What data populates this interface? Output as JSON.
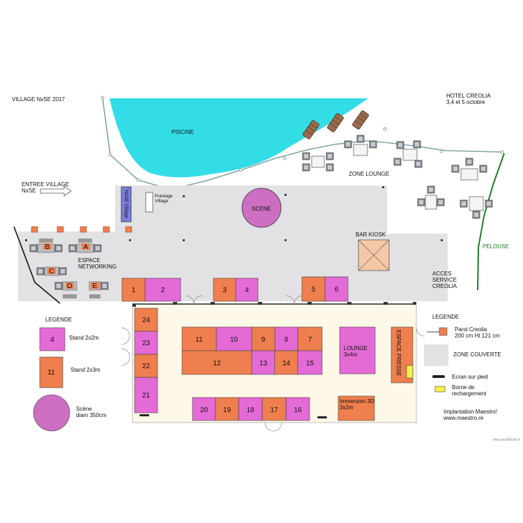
{
  "title": "VILLAGE NxSE 2017",
  "hotel": {
    "name": "HOTEL CREOLIA",
    "dates": "3,4 et 5 octobre"
  },
  "areas": {
    "piscine": "PISCINE",
    "zone_lounge": "ZONE LOUNGE",
    "pelouse": "PELOUSE",
    "entree_line1": "ENTREE VILLAGE",
    "entree_line2": "NxSE",
    "networking_line1": "ESPACE",
    "networking_line2": "NETWORKING",
    "scene": "SCENE",
    "bar_kiosk": "BAR KIOSK",
    "acces_line1": "ACCES",
    "acces_line2": "SERVICE",
    "acces_line3": "CREOLIA",
    "pointage_line1": "Pointage",
    "pointage_line2": "Village",
    "sign": "NxSE Village"
  },
  "networking_tables": [
    "B",
    "A",
    "C",
    "D",
    "E"
  ],
  "colors": {
    "pool": "#33dde6",
    "covered": "#e2e2e4",
    "hall": "#fdf8e7",
    "stand_2x3": "#ef7f4e",
    "stand_2x2": "#e46ad6",
    "scene": "#cc6ec2",
    "bar": "#f4c8a6",
    "borne": "#f4f04a",
    "pelouse": "#1a7d2a",
    "path": "#7fa6a0"
  },
  "stands": [
    {
      "n": "1",
      "type": "2x3"
    },
    {
      "n": "2",
      "type": "2x2"
    },
    {
      "n": "3",
      "type": "2x3"
    },
    {
      "n": "4",
      "type": "2x2"
    },
    {
      "n": "5",
      "type": "2x3"
    },
    {
      "n": "6",
      "type": "2x2"
    },
    {
      "n": "7",
      "type": "2x3"
    },
    {
      "n": "8",
      "type": "2x2"
    },
    {
      "n": "9",
      "type": "2x3"
    },
    {
      "n": "10",
      "type": "2x2"
    },
    {
      "n": "11",
      "type": "2x3"
    },
    {
      "n": "12",
      "type": "2x3"
    },
    {
      "n": "13",
      "type": "2x2"
    },
    {
      "n": "14",
      "type": "2x3"
    },
    {
      "n": "15",
      "type": "2x2"
    },
    {
      "n": "16",
      "type": "2x2"
    },
    {
      "n": "17",
      "type": "2x3"
    },
    {
      "n": "18",
      "type": "2x2"
    },
    {
      "n": "19",
      "type": "2x3"
    },
    {
      "n": "20",
      "type": "2x2"
    },
    {
      "n": "21",
      "type": "2x2"
    },
    {
      "n": "22",
      "type": "2x3"
    },
    {
      "n": "23",
      "type": "2x2"
    },
    {
      "n": "24",
      "type": "2x3"
    }
  ],
  "lounge": {
    "line1": "LOUNGE",
    "line2": "3x4m"
  },
  "immersion": {
    "line1": "Immersion 3D",
    "line2": "3x2m"
  },
  "espace_presse": "ESPACE PRESSE",
  "legend_left": {
    "title": "LEGENDE",
    "stand_2x2_num": "4",
    "stand_2x2": "Stand 2x2m",
    "stand_2x3_num": "11",
    "stand_2x3": "Stand 2x3m",
    "scene_line1": "Scène",
    "scene_line2": "diam 350cm"
  },
  "legend_right": {
    "title": "LEGENDE",
    "paroi_line1": "Paroi Creolia",
    "paroi_line2": "200 cm Ht 121 cm",
    "zone_couverte": "ZONE COUVERTE",
    "ecran": "Ecran sur pied",
    "borne_line1": "Borne de",
    "borne_line2": "rechargement"
  },
  "credit": {
    "line1": "Implantation Maestro!",
    "line2": "www.maestro.re"
  },
  "watermark": "www.archifacile.fr"
}
